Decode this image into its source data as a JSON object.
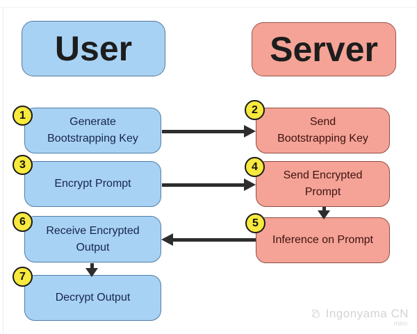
{
  "diagram": {
    "headers": {
      "user": {
        "label": "User"
      },
      "server": {
        "label": "Server"
      }
    },
    "steps": [
      {
        "num": "1",
        "label": "Generate\nBootstrapping Key",
        "actor": "user"
      },
      {
        "num": "2",
        "label": "Send\nBootstrapping Key",
        "actor": "server"
      },
      {
        "num": "3",
        "label": "Encrypt Prompt",
        "actor": "user"
      },
      {
        "num": "4",
        "label": "Send Encrypted\nPrompt",
        "actor": "server"
      },
      {
        "num": "5",
        "label": "Inference on Prompt",
        "actor": "server"
      },
      {
        "num": "6",
        "label": "Receive Encrypted\nOutput",
        "actor": "user"
      },
      {
        "num": "7",
        "label": "Decrypt Output",
        "actor": "user"
      }
    ],
    "arrows": [
      {
        "from": "1",
        "to": "2",
        "direction": "right"
      },
      {
        "from": "3",
        "to": "4",
        "direction": "right"
      },
      {
        "from": "4",
        "to": "5",
        "direction": "down"
      },
      {
        "from": "5",
        "to": "6",
        "direction": "left"
      },
      {
        "from": "6",
        "to": "7",
        "direction": "down"
      }
    ],
    "colors": {
      "user_fill": "#a8d2f3",
      "user_border": "#4f7ca8",
      "user_text": "#16254d",
      "server_fill": "#f4a396",
      "server_border": "#8f4c43",
      "server_text": "#3f1210",
      "badge_fill": "#f7e93d",
      "badge_border": "#1a1a1a",
      "arrow": "#2d2d2d",
      "header_text": "#1d1d1d",
      "background": "#ffffff"
    }
  },
  "watermark": {
    "brand": "Ingonyama CN",
    "sub": "miro"
  }
}
